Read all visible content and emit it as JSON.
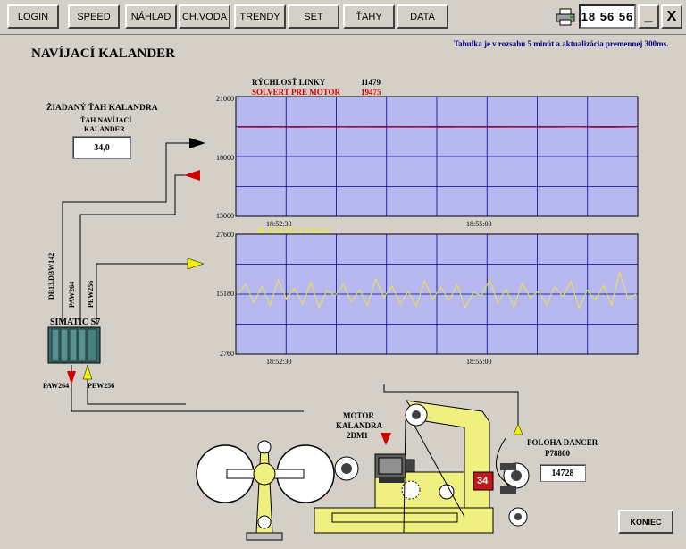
{
  "toolbar": {
    "buttons": [
      "LOGIN",
      "SPEED",
      "NÁHLAD",
      "CH.VODA",
      "TRENDY",
      "SET",
      "ŤAHY",
      "DATA"
    ],
    "clock": "18 56 56",
    "minimize_label": "_",
    "close_label": "X",
    "printer_icon": "printer-icon"
  },
  "page": {
    "title": "NAVÍJACÍ KALANDER",
    "info": "Tabulka je v rozsahu 5 minút  a aktualizácia premennej 300ms."
  },
  "setpoint": {
    "heading": "ŽIADANÝ ŤAH KALANDRA",
    "sublabel1": "ŤAH NAVÍJACÍ",
    "sublabel2": "KALANDER",
    "value": "34,0"
  },
  "plc": {
    "label": "SIMATIC S7",
    "tag_db": "DB13.DBW142",
    "tag_paw": "PAW264",
    "tag_pew": "PEW256",
    "out_paw": "PAW264",
    "out_pew": "PEW256"
  },
  "motor": {
    "line1": "MOTOR",
    "line2": "KALANDRA",
    "line3": "2DM1"
  },
  "dancer": {
    "label": "POLOHA DANCER",
    "tag": "P78800",
    "value": "14728",
    "badge": "34"
  },
  "koniec_label": "KONIEC",
  "colors": {
    "plot_bg": "#b8b8f0",
    "grid": "#0000a0",
    "speed_line": "#000080",
    "solvert_line": "#d00000",
    "dancer_line": "#e8e840",
    "machine": "#f0f080",
    "arrow_black": "#000000",
    "arrow_red": "#d00000",
    "arrow_yellow": "#f0f000"
  },
  "chart_data": [
    {
      "type": "line",
      "legend": [
        {
          "name": "RÝCHLOSŤ LINKY",
          "value": "11479",
          "color": "#000000"
        },
        {
          "name": "SOLVERT PRE MOTOR",
          "value": "19475",
          "color": "#d00000"
        }
      ],
      "yticks": [
        "21000",
        "18000",
        "15000"
      ],
      "xticks": [
        "18:52:30",
        "18:55:00"
      ],
      "ylim": [
        15000,
        21000
      ],
      "series": [
        {
          "name": "RÝCHLOSŤ LINKY",
          "values": [
            19475,
            19480,
            19470,
            19478,
            19472,
            19476,
            19474,
            19479,
            19471,
            19477,
            19475,
            19473,
            19478,
            19470,
            19476
          ]
        },
        {
          "name": "SOLVERT PRE MOTOR",
          "values": [
            19475,
            19468,
            19482,
            19471,
            19480,
            19466,
            19484,
            19470,
            19479,
            19468,
            19481,
            19472,
            19477,
            19469,
            19483
          ]
        }
      ]
    },
    {
      "type": "line",
      "legend": [
        {
          "name": "PLÁVAJÚCI VALEC",
          "color": "#e8e840"
        }
      ],
      "yticks": [
        "27600",
        "15180",
        "2760"
      ],
      "xticks": [
        "18:52:30",
        "18:55:00"
      ],
      "ylim": [
        2760,
        27600
      ],
      "series": [
        {
          "name": "PLÁVAJÚCI VALEC",
          "values": [
            15180,
            17200,
            13400,
            16800,
            12900,
            18100,
            14200,
            16400,
            13100,
            17600,
            12500,
            15900,
            14800,
            17300,
            13600,
            16100,
            12800,
            18400,
            14500,
            16900,
            13200,
            15700,
            12700,
            17900,
            14100,
            16600,
            13800,
            17100,
            12400,
            15500,
            14900,
            18200,
            13300,
            16200,
            12600,
            17400,
            14400,
            15800,
            13000,
            16700,
            14700,
            17800,
            12300,
            16000,
            13900,
            17000,
            12900,
            19800,
            14300,
            15180
          ]
        }
      ]
    }
  ]
}
